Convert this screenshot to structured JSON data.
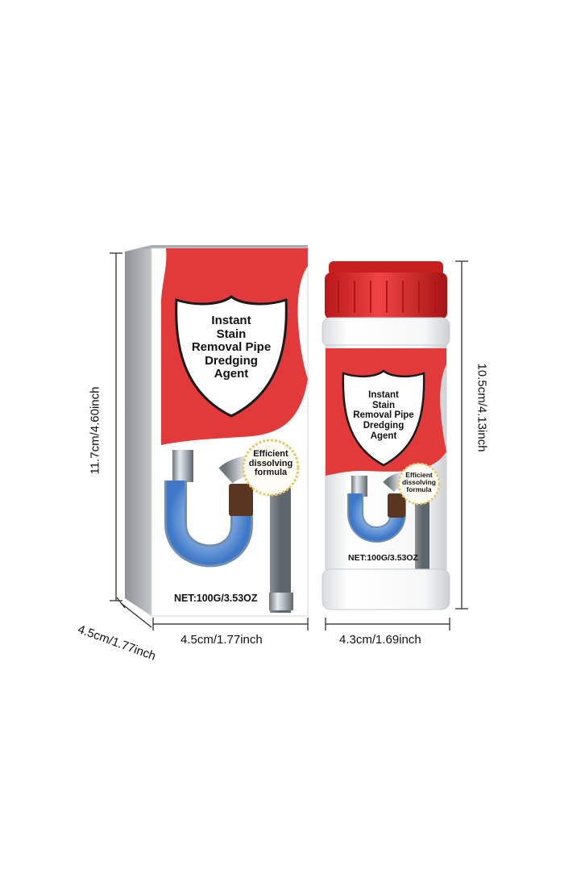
{
  "box": {
    "shield_lines": [
      "Instant",
      "Stain",
      "Removal Pipe",
      "Dredging",
      "Agent"
    ],
    "badge_lines": [
      "Efficient",
      "dissolving",
      "formula"
    ],
    "net_weight": "NET:100G/3.53OZ",
    "height_label": "11.7cm/4.60inch",
    "depth_label": "4.5cm/1.77inch",
    "width_label": "4.5cm/1.77inch"
  },
  "bottle": {
    "shield_lines": [
      "Instant",
      "Stain",
      "Removal Pipe",
      "Dredging",
      "Agent"
    ],
    "badge_lines": [
      "Efficient",
      "dissolving",
      "formula"
    ],
    "net_weight": "NET:100G/3.53OZ",
    "height_label": "10.5cm/4.13inch",
    "width_label": "4.3cm/1.69inch"
  },
  "colors": {
    "brand_red": "#e23a3a",
    "cap_red": "#e02a2a",
    "pipe_gray": "#9aa2a8",
    "water_blue": "#5b8fd8",
    "badge_gold": "#e7c66a"
  }
}
